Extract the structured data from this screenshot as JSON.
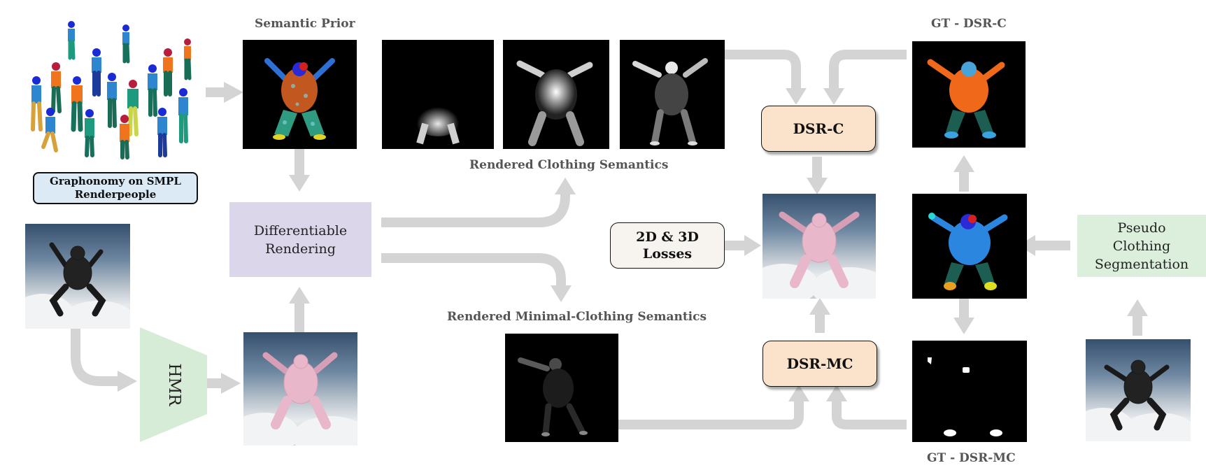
{
  "labels": {
    "semantic_prior": "Semantic Prior",
    "rendered_clothing": "Rendered Clothing Semantics",
    "rendered_minimal": "Rendered Minimal-Clothing Semantics",
    "gt_dsr_c": "GT - DSR-C",
    "gt_dsr_mc": "GT - DSR-MC"
  },
  "boxes": {
    "graphonomy": "Graphonomy on SMPL Renderpeople",
    "differentiable_rendering": "Differentiable Rendering",
    "hmr": "HMR",
    "dsr_c": "DSR-C",
    "dsr_mc": "DSR-MC",
    "losses": "2D & 3D Losses",
    "pseudo_segmentation": "Pseudo Clothing Segmentation"
  },
  "colors": {
    "arrow": "#d4d4d4",
    "differentiable_rendering_bg": "#dcd6ea",
    "hmr_bg": "#d6ecd6",
    "pseudo_bg": "#dcefdc",
    "graphonomy_bg": "#dceaf6",
    "dsr_bg": "#fbe3cb",
    "losses_bg": "#f7f4ef",
    "label_text": "#555555"
  }
}
